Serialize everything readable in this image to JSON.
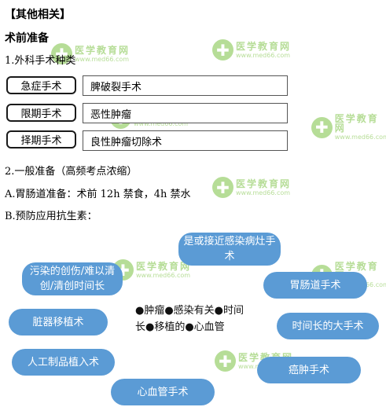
{
  "doc": {
    "heading": "【其他相关】",
    "subheading": "术前准备",
    "section1_title": "1.外科手术种类",
    "surgery_types": [
      {
        "label": "急症手术",
        "example": "脾破裂手术"
      },
      {
        "label": "限期手术",
        "example": "恶性肿瘤"
      },
      {
        "label": "择期手术",
        "example": "良性肿瘤切除术"
      }
    ],
    "section2_title": "2.一般准备（高频考点浓缩）",
    "item_a": "A.胃肠道准备：术前 12h 禁食，4h 禁水",
    "item_b": "B.预防应用抗生素：",
    "antibiotic_center": "●肿瘤●感染有关●时间长●移植的●心血管",
    "antibiotic_pills": [
      "是或接近感染病灶手术",
      "污染的创伤/难以清创/清创时间长",
      "胃肠道手术",
      "脏器移植术",
      "时间长的大手术",
      "人工制品植入术",
      "癌肿手术",
      "心血管手术"
    ]
  },
  "watermark": {
    "logo_glyph": "✚",
    "name": "医学教育网",
    "url": "www.med66.com"
  },
  "colors": {
    "pill": "#5b9bd5",
    "watermark": "#7cc243"
  }
}
